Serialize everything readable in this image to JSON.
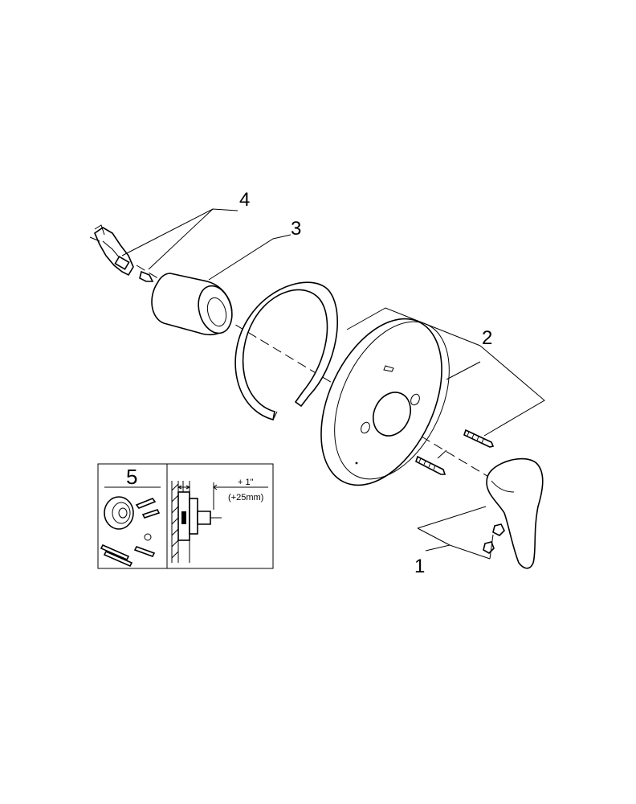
{
  "callouts": {
    "c1": "1",
    "c2": "2",
    "c3": "3",
    "c4": "4",
    "c5": "5"
  },
  "inset": {
    "dimension": "+ 1\"",
    "dimension_metric": "(+25mm)"
  }
}
